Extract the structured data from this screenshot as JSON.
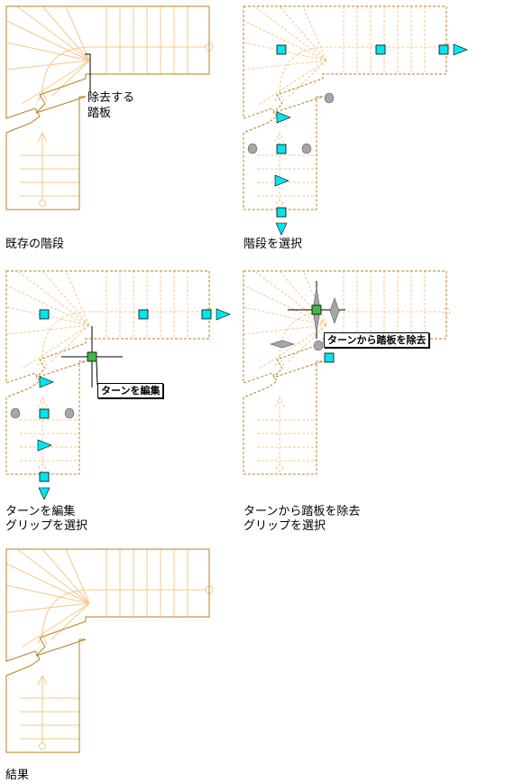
{
  "panels": {
    "existing": {
      "caption": "既存の階段",
      "callout": "除去する\n踏板"
    },
    "select": {
      "caption": "階段を選択"
    },
    "edit": {
      "caption": "ターンを編集\nグリップを選択",
      "tooltip": "ターンを編集"
    },
    "remove": {
      "caption": "ターンから踏板を除去\nグリップを選択",
      "tooltip": "ターンから踏板を除去"
    },
    "result": {
      "caption": "結果"
    }
  },
  "colors": {
    "outline": "#b8801f",
    "treads": "#f4c98b",
    "grip": "#00e5ee",
    "grip_active": "#44b844",
    "grip_gray": "#a6a6a6"
  }
}
